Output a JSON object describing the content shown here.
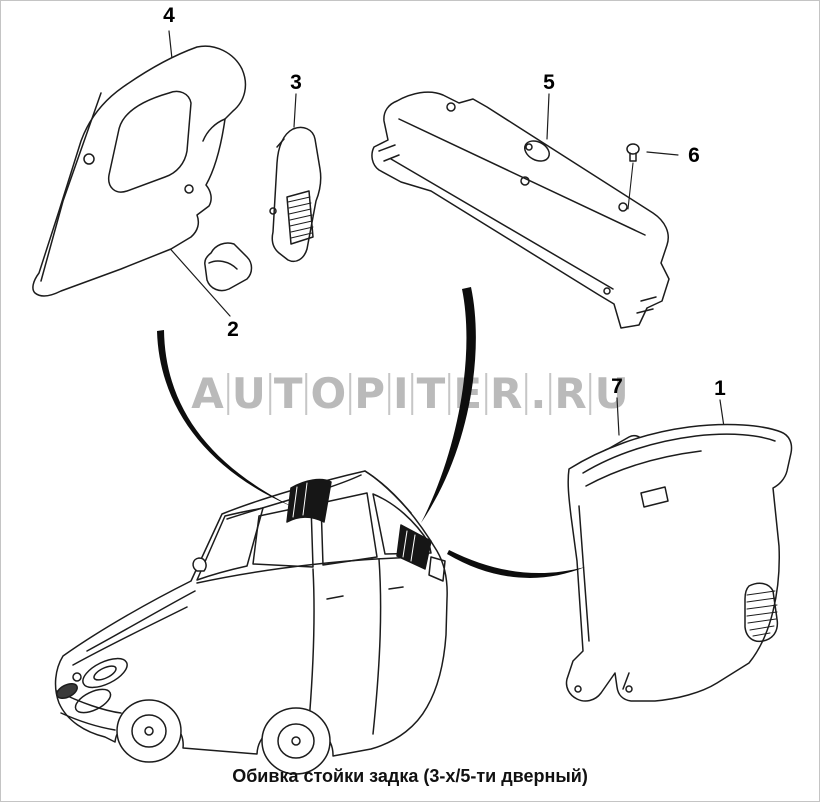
{
  "watermark": {
    "text": "AUTOPITER.RU",
    "color": "#b3b3b3"
  },
  "caption": "Обивка стойки задка (3-х/5-ти дверный)",
  "colors": {
    "line": "#1c1c1c",
    "watermark_bar": "#c0c0c0"
  },
  "callouts": [
    {
      "label": "1"
    },
    {
      "label": "2"
    },
    {
      "label": "3"
    },
    {
      "label": "4"
    },
    {
      "label": "5"
    },
    {
      "label": "6"
    },
    {
      "label": "7"
    }
  ]
}
